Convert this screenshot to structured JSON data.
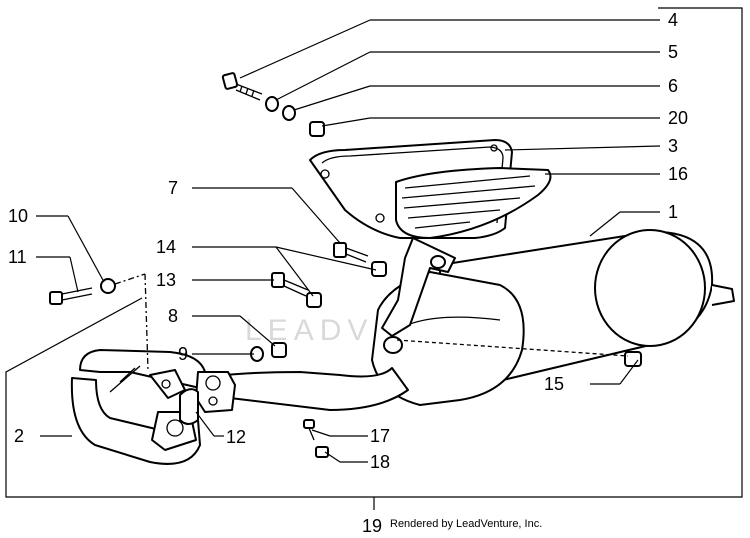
{
  "callouts": [
    "1",
    "2",
    "3",
    "4",
    "5",
    "6",
    "7",
    "8",
    "9",
    "10",
    "11",
    "12",
    "13",
    "14",
    "15",
    "16",
    "17",
    "18",
    "19",
    "20"
  ],
  "watermark": "LEADVENTURE",
  "footer": "Rendered by LeadVenture, Inc."
}
